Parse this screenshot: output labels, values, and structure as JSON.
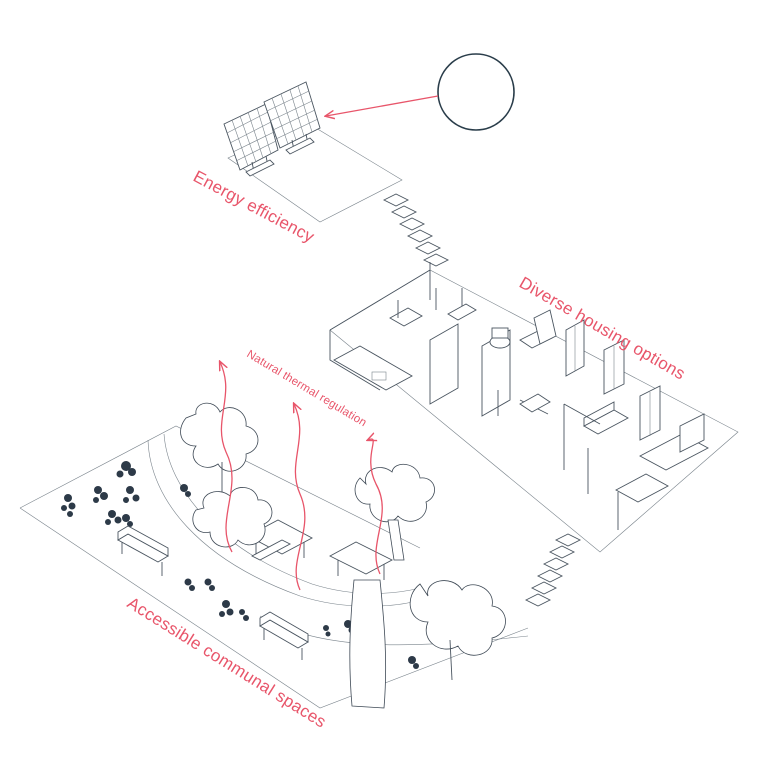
{
  "labels": {
    "energy": "Energy efficiency",
    "housing": "Diverse housing options",
    "thermal": "Natural thermal regulation",
    "communal": "Accessible communal spaces"
  },
  "colors": {
    "accent": "#e8556a",
    "line": "#4a5560",
    "sun_stroke": "#2a3d4a",
    "plant": "#2d3a48",
    "background": "#ffffff"
  },
  "icons": {
    "sun": "sun-circle-icon",
    "solar_panel": "solar-panel-icon",
    "bench": "bench-icon",
    "picnic_table": "picnic-table-icon",
    "tree": "tree-icon",
    "shrub": "shrub-icon",
    "bed": "bed-icon",
    "sofa": "sofa-icon",
    "wardrobe": "wardrobe-icon",
    "door": "door-icon",
    "toilet": "toilet-icon",
    "sink": "sink-icon"
  }
}
